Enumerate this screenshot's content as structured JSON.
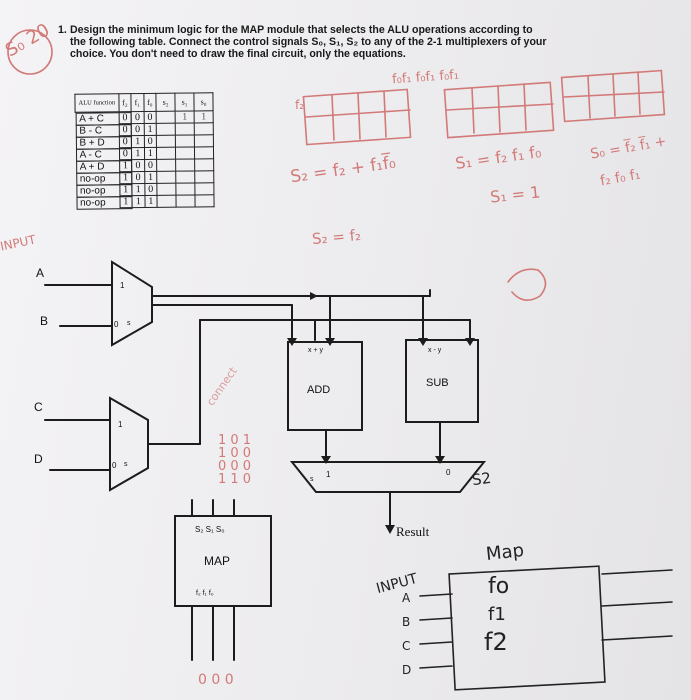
{
  "question": {
    "number": "1.",
    "line1": "Design the minimum logic for the MAP module that selects the ALU operations according to",
    "line2": "the following table. Connect the control signals S₀, S₁, S₂ to any of the 2-1 multiplexers of your",
    "line3": "choice. You don't need to draw the final circuit, only the equations."
  },
  "table": {
    "headers": [
      "ALU function",
      "f₂",
      "f₁",
      "f₀",
      "s₂",
      "s₁",
      "s₀"
    ],
    "rows": [
      {
        "fn": "A + C",
        "f2": "0",
        "f1": "0",
        "f0": "0",
        "s2": "",
        "s1": "1",
        "s0": "1"
      },
      {
        "fn": "B - C",
        "f2": "0",
        "f1": "0",
        "f0": "1",
        "s2": "",
        "s1": "",
        "s0": ""
      },
      {
        "fn": "B + D",
        "f2": "0",
        "f1": "1",
        "f0": "0",
        "s2": "",
        "s1": "",
        "s0": ""
      },
      {
        "fn": "A - C",
        "f2": "0",
        "f1": "1",
        "f0": "1",
        "s2": "",
        "s1": "",
        "s0": ""
      },
      {
        "fn": "A + D",
        "f2": "1",
        "f1": "0",
        "f0": "0",
        "s2": "",
        "s1": "",
        "s0": ""
      },
      {
        "fn": "no-op",
        "f2": "1",
        "f1": "0",
        "f0": "1",
        "s2": "",
        "s1": "",
        "s0": ""
      },
      {
        "fn": "no-op",
        "f2": "1",
        "f1": "1",
        "f0": "0",
        "s2": "",
        "s1": "",
        "s0": ""
      },
      {
        "fn": "no-op",
        "f2": "1",
        "f1": "1",
        "f0": "1",
        "s2": "",
        "s1": "",
        "s0": ""
      }
    ]
  },
  "circuit": {
    "inputs": [
      "A",
      "B",
      "C",
      "D"
    ],
    "mux_top": {
      "in1": "1",
      "in0": "0",
      "sel": "s"
    },
    "mux_bottom": {
      "in1": "1",
      "in0": "0",
      "sel": "s"
    },
    "add_ports": "x + y",
    "add_label": "ADD",
    "sub_ports": "x - y",
    "sub_label": "SUB",
    "out_mux": {
      "sel": "s",
      "in1": "1",
      "in0": "0"
    },
    "result_label": "Result",
    "map_label": "MAP",
    "map_selects": "S₂  S₁  S₀",
    "map_inputs": "f₂  f₁  f₀"
  },
  "handwriting": {
    "margin_left": "S₀ 20",
    "s2_eq": "S₂ = f₂ + f₁f̅₀",
    "s2_eq2": "S₂ = f₂",
    "s1_eq": "S₁ = f₂ f₁ f₀",
    "s1_eq2": "S₁ = 1",
    "s0_eq": "S₀ = f̅₂ f̅₁ +",
    "s0_eq2": "f₂ f₀ f₁",
    "input_label": "INPUT",
    "input_label2": "INPUT",
    "map_title": "Map",
    "map_f0": "fo",
    "map_f1": "f1",
    "map_f2": "f2",
    "map_ins": [
      "A",
      "B",
      "C",
      "D"
    ],
    "connect_text": "connect",
    "side_bits": [
      "1 0 1",
      "1 0 0",
      "0 0 0",
      "1 1 0"
    ],
    "out_bits": "0 0 0",
    "s2_out": "S2",
    "kmap_top": "f₀f₁  f₀f₁  f₀f₁",
    "kmap_note": "f₂"
  },
  "colors": {
    "ink": "#1a1a1a",
    "pen": "#d27a78"
  }
}
